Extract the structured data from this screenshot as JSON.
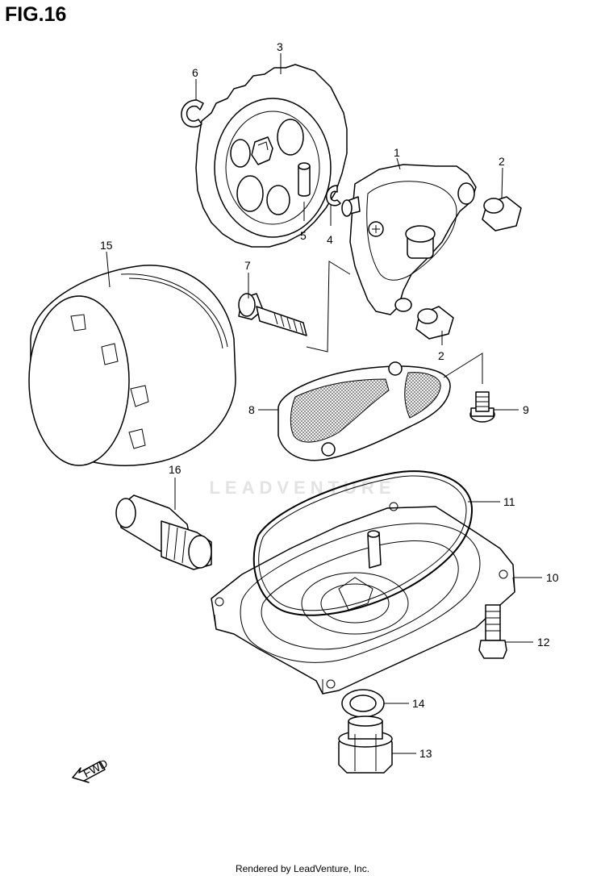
{
  "figure": {
    "title": "FIG.16"
  },
  "watermark": "LEADVENTURE",
  "footer": "Rendered by LeadVenture, Inc.",
  "fwd_label": "FWD",
  "callouts": {
    "c1": "1",
    "c2a": "2",
    "c2b": "2",
    "c3": "3",
    "c4": "4",
    "c5": "5",
    "c6": "6",
    "c7": "7",
    "c8": "8",
    "c9": "9",
    "c10": "10",
    "c11": "11",
    "c12": "12",
    "c13": "13",
    "c14": "14",
    "c15": "15",
    "c16": "16"
  }
}
